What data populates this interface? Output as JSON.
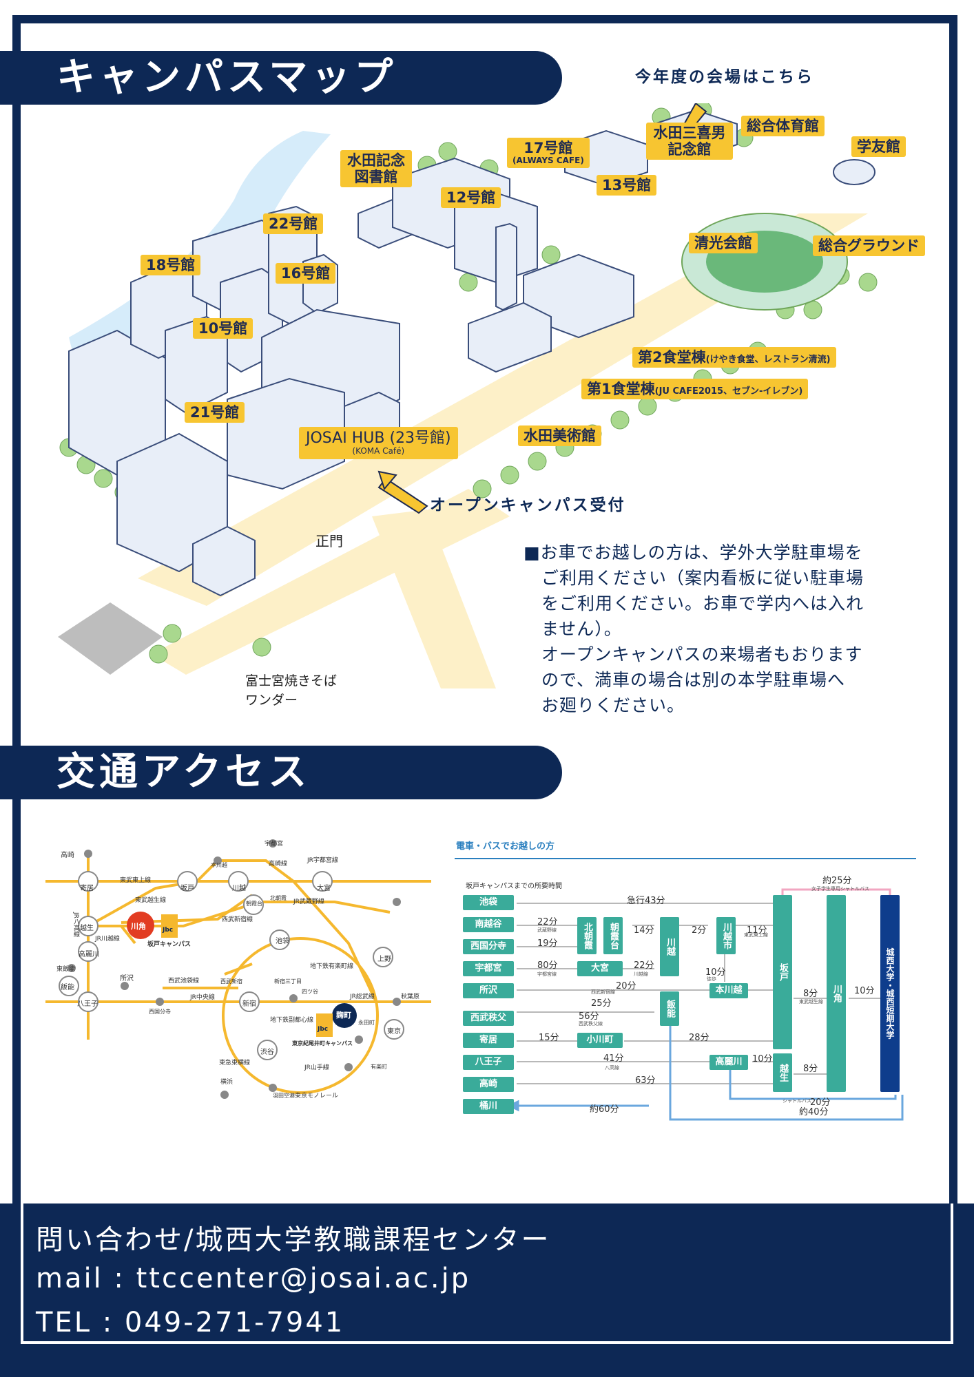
{
  "sections": {
    "campus_map_title": "キャンパスマップ",
    "access_title": "交通アクセス"
  },
  "callouts": {
    "venue": "今年度の会場はこちら",
    "reception": "オープンキャンパス受付"
  },
  "buildings": {
    "mizuta_mikio": "水田三喜男記念館",
    "gym": "総合体育館",
    "gakuyu": "学友館",
    "b17": "17号館",
    "b17_sub": "(ALWAYS CAFE)",
    "library": "水田記念図書館",
    "b12": "12号館",
    "b13": "13号館",
    "b22": "22号館",
    "b18": "18号館",
    "b16": "16号館",
    "seiko": "清光会館",
    "ground": "総合グラウンド",
    "b10": "10号館",
    "shokudo2": "第2食堂棟",
    "shokudo2_sub": "(けやき食堂、レストラン清流)",
    "shokudo1": "第1食堂棟",
    "shokudo1_sub": "(JU CAFE2015、セブン-イレブン)",
    "b21": "21号館",
    "hub": "JOSAI HUB (23号館)",
    "hub_sub": "(KOMA Café)",
    "museum": "水田美術館",
    "main_gate": "正門",
    "fujinomiya": "富士宮焼きそば\nワンダー"
  },
  "notice": [
    "■お車でお越しの方は、学外大学駐車場を",
    "　ご利用ください（案内看板に従い駐車場",
    "　をご利用ください。お車で学内へは入れ",
    "　ません）。",
    "　オープンキャンパスの来場者もおります",
    "　ので、満車の場合は別の本学駐車場へ",
    "　お廻りください。"
  ],
  "route_map": {
    "stations": [
      "高崎",
      "寄居",
      "坂戸",
      "川越",
      "大宮",
      "宇都宮",
      "越生",
      "高麗川",
      "東飯能",
      "飯能",
      "八王子",
      "所沢",
      "池袋",
      "新宿",
      "渋谷",
      "上野",
      "東京",
      "秋葉原",
      "横浜",
      "朝霞台",
      "北朝霞"
    ],
    "lines": [
      "東武東上線",
      "東武越生線",
      "JR川越線",
      "JR宇都宮線",
      "JR武蔵野線",
      "JR八高線",
      "西武新宿線",
      "西武池袋線",
      "JR中央線",
      "地下鉄有楽町線",
      "地下鉄副都心線",
      "JR山手線",
      "JR総武線",
      "東急東横線",
      "東京モノレール",
      "高崎線"
    ],
    "campus_sakado": "坂戸キャンパス",
    "campus_tokyo": "東京紀尾井町キャンパス",
    "kawakado": "川角",
    "kojimachi": "麹町",
    "jbc": "Jbc",
    "extra_labels": [
      "本川越",
      "西武新宿",
      "四ツ谷",
      "新宿三丁目",
      "永田町",
      "有楽町",
      "羽田空港",
      "西国分寺",
      "西武新宿線"
    ]
  },
  "time_chart": {
    "heading": "電車・バスでお越しの方",
    "subheading": "坂戸キャンパスまでの所要時間",
    "origins": [
      "池袋",
      "南越谷",
      "西国分寺",
      "宇都宮",
      "所沢",
      "西武秩父",
      "寄居",
      "八王子",
      "高崎",
      "桶川"
    ],
    "hubs": [
      "北朝霞",
      "朝霞台",
      "大宮",
      "川越",
      "川越市",
      "本川越",
      "飯能",
      "小川町",
      "高麗川",
      "坂戸",
      "越生",
      "川角",
      "城西大学・城西短期大学"
    ],
    "times": [
      "急行43分",
      "22分",
      "19分",
      "80分",
      "14分",
      "22分",
      "2分",
      "11分",
      "10分",
      "20分",
      "25分",
      "56分",
      "15分",
      "28分",
      "41分",
      "63分",
      "10分",
      "8分",
      "8分",
      "10分",
      "約25分",
      "20分",
      "約40分",
      "約60分"
    ],
    "notes": [
      "東武東上線",
      "武蔵野線",
      "宇都宮線",
      "川越線",
      "西武新宿線",
      "西武秩父線",
      "八高線",
      "東武越生線",
      "徒歩",
      "女子学生専用シャトルバス",
      "シャトルバス"
    ]
  },
  "footer": {
    "contact": "問い合わせ/城西大学教職課程センター",
    "mail": "mail : ttccenter@josai.ac.jp",
    "tel": " TEL : 049-271-7941"
  },
  "colors": {
    "navy": "#0d2855",
    "yellow": "#f7c531",
    "teal": "#3aab9a",
    "route_yellow": "#f5b82e"
  }
}
